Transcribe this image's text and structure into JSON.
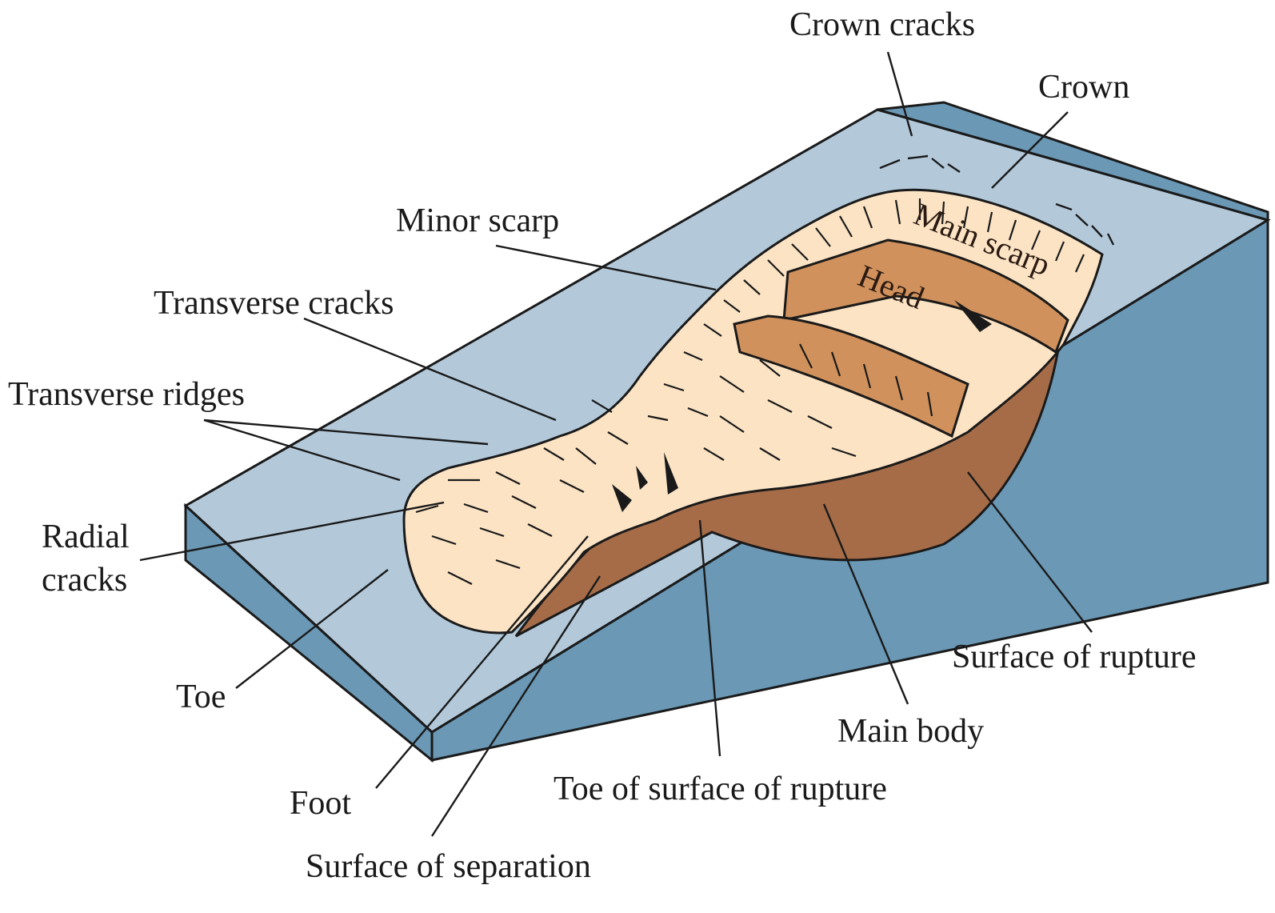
{
  "labels": {
    "crown_cracks": "Crown cracks",
    "crown": "Crown",
    "minor_scarp": "Minor scarp",
    "transverse_cracks": "Transverse cracks",
    "transverse_ridges": "Transverse ridges",
    "radial_cracks": "Radial\ncracks",
    "toe": "Toe",
    "foot": "Foot",
    "surface_of_separation": "Surface of separation",
    "toe_of_surface_of_rupture": "Toe of surface of rupture",
    "main_body": "Main body",
    "surface_of_rupture": "Surface of rupture",
    "main_scarp": "Main scarp",
    "head": "Head"
  },
  "colors": {
    "slope_top": "#b3c9da",
    "slope_side": "#6a98b5",
    "landslide_surface": "#fbe3c4",
    "head_block": "#d0915c",
    "rupture_face": "#a66c48",
    "outline": "#1a1a1a"
  }
}
